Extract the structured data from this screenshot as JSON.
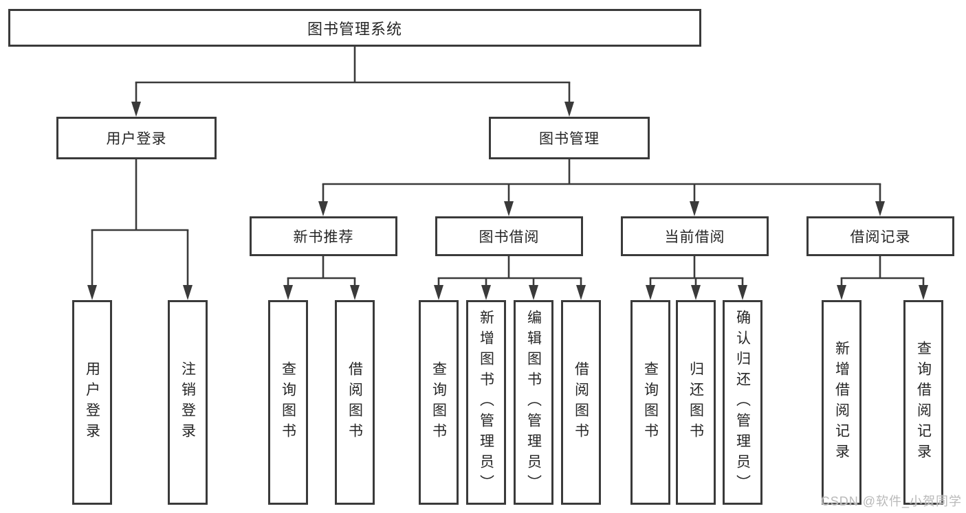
{
  "diagram": {
    "root": {
      "label": "图书管理系统"
    },
    "level2": [
      {
        "label": "用户登录",
        "children": [
          {
            "label": "用户登录"
          },
          {
            "label": "注销登录"
          }
        ]
      },
      {
        "label": "图书管理",
        "children": [
          {
            "label": "新书推荐",
            "children": [
              {
                "label": "查询图书"
              },
              {
                "label": "借阅图书"
              }
            ]
          },
          {
            "label": "图书借阅",
            "children": [
              {
                "label": "查询图书"
              },
              {
                "label": "新增图书（管理员）"
              },
              {
                "label": "编辑图书（管理员）"
              },
              {
                "label": "借阅图书"
              }
            ]
          },
          {
            "label": "当前借阅",
            "children": [
              {
                "label": "查询图书"
              },
              {
                "label": "归还图书"
              },
              {
                "label": "确认归还（管理员）"
              }
            ]
          },
          {
            "label": "借阅记录",
            "children": [
              {
                "label": "新增借阅记录"
              },
              {
                "label": "查询借阅记录"
              }
            ]
          }
        ]
      }
    ]
  },
  "watermark": {
    "text": "CSDN @软件_小贺同学"
  },
  "colors": {
    "line": "#3a3a3a",
    "text": "#262626",
    "background": "#ffffff",
    "watermark": "#b9b9b9"
  }
}
